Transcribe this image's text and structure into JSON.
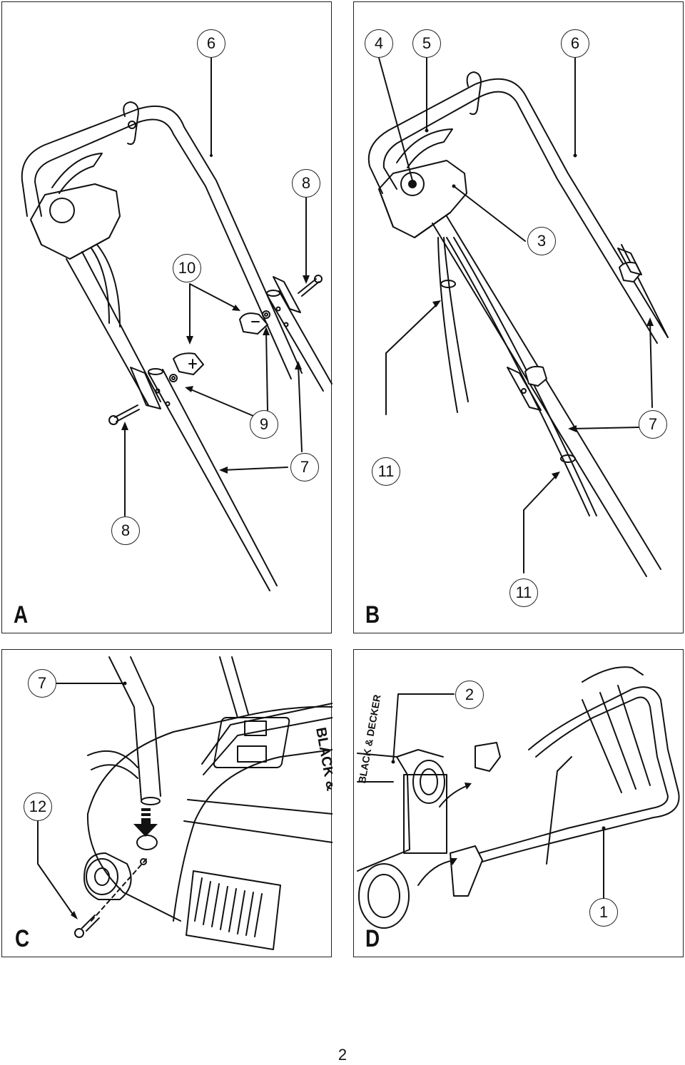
{
  "page_number": "2",
  "panels": [
    {
      "letter": "A",
      "callouts": [
        "6",
        "8",
        "10",
        "9",
        "7",
        "8"
      ]
    },
    {
      "letter": "B",
      "callouts": [
        "4",
        "5",
        "6",
        "3",
        "7",
        "11",
        "11"
      ]
    },
    {
      "letter": "C",
      "callouts": [
        "7",
        "12"
      ],
      "brand_text": "BLACK &"
    },
    {
      "letter": "D",
      "callouts": [
        "2",
        "1"
      ],
      "brand_text": "BLACK & DECKER"
    }
  ]
}
